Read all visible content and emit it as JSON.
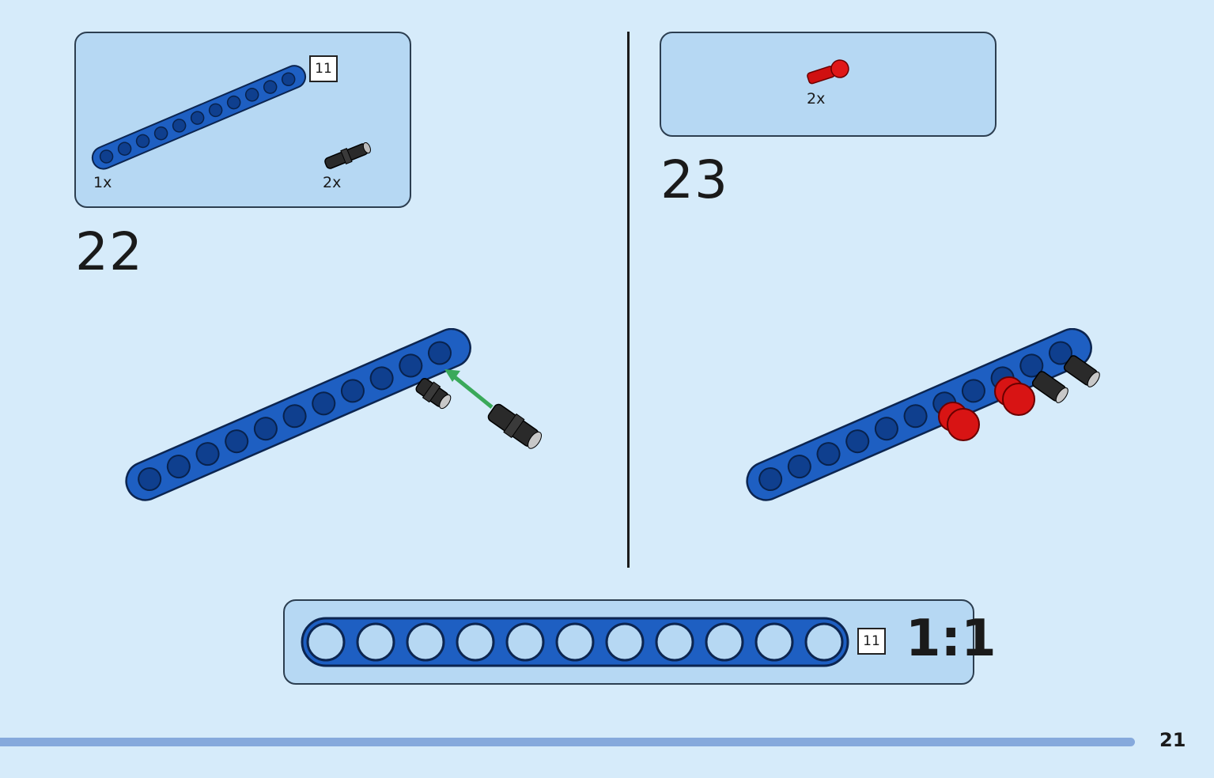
{
  "step22": {
    "number": "22",
    "parts": [
      {
        "qty": "1x",
        "name": "beam-11",
        "length_tag": "11"
      },
      {
        "qty": "2x",
        "name": "black-friction-pin"
      }
    ]
  },
  "step23": {
    "number": "23",
    "parts": [
      {
        "qty": "2x",
        "name": "red-pin"
      }
    ]
  },
  "scale_callout": {
    "length_tag": "11",
    "ratio": "1:1"
  },
  "page_number": "21",
  "colors": {
    "background": "#d6ebfa",
    "panel": "#b6d8f3",
    "beam_blue": "#1e5fc2",
    "pin_black": "#2a2a2a",
    "pin_red": "#d01010",
    "arrow_green": "#3aa95a",
    "progress_bar": "#86a9dc"
  }
}
